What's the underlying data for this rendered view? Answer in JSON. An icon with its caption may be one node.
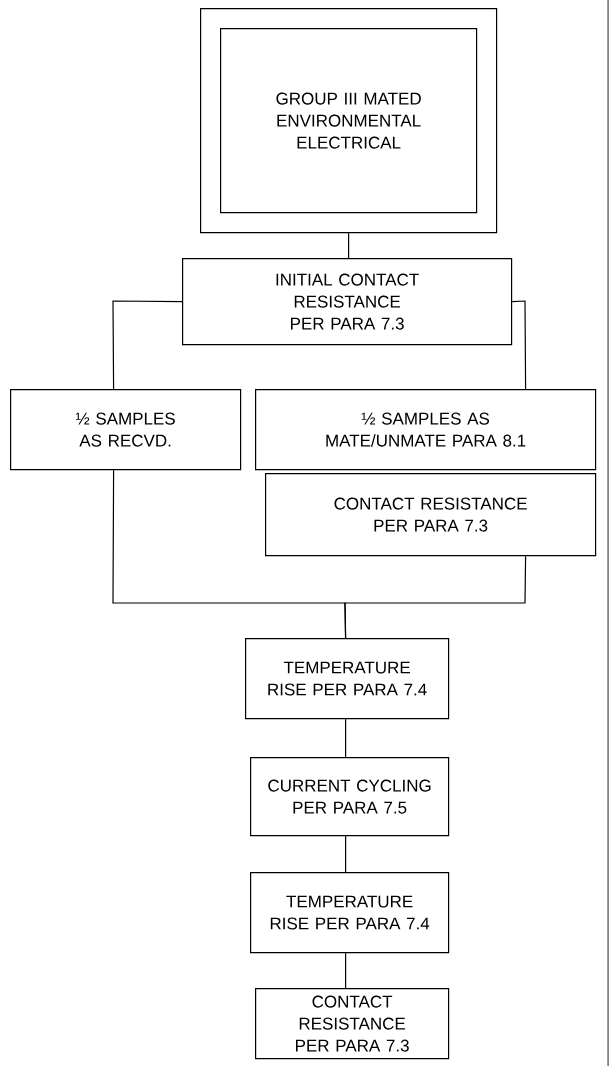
{
  "diagram": {
    "nodes": [
      {
        "text": [],
        "shape": "box"
      },
      {
        "text": [
          "GROUP III MATED ENVIRONMENTAL ELECTRICAL"
        ],
        "in": 0
      },
      {
        "text": [
          "INITIAL CONTACT RESISTANCE PER PARA 7.3"
        ]
      },
      {
        "text": [
          "½ SAMPLES AS RECVD."
        ]
      },
      {
        "text": [
          "½ SAMPLES AS MATE/UNMATE PARA 8.1"
        ]
      },
      {
        "text": [
          "CONTACT RESISTANCE PER PARA 7.3"
        ]
      },
      {
        "text": [
          "TEMPERATURE RISE PER PARA 7.4"
        ]
      },
      {
        "text": [
          "CURRENT CYCLING PER PARA 7.5"
        ]
      },
      {
        "text": [
          "TEMPERATURE RISE PER PARA 7.4"
        ]
      },
      {
        "text": [
          "CONTACT RESISTANCE PER PARA 7.3"
        ]
      }
    ],
    "edges": [
      {
        "from": 0,
        "to": 2,
        "arrow": "none"
      },
      {
        "from": 2,
        "to": 3,
        "arrow": "none"
      },
      {
        "from": 2,
        "to": 4,
        "arrow": "none"
      },
      {
        "from": 3,
        "to": 6,
        "arrow": "none"
      },
      {
        "from": 5,
        "to": 6,
        "arrow": "none"
      },
      {
        "from": 6,
        "to": 7,
        "arrow": "none"
      },
      {
        "from": 7,
        "to": 8,
        "arrow": "none"
      },
      {
        "from": 8,
        "to": 9,
        "arrow": "none"
      }
    ]
  }
}
